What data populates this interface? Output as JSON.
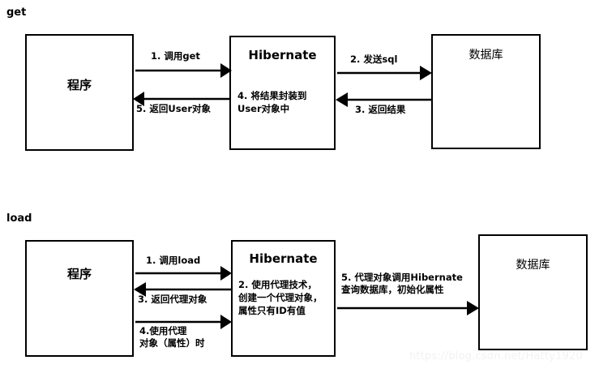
{
  "diagram": {
    "background": "#ffffff",
    "stroke": "#000000",
    "sections": [
      {
        "id": "get",
        "label": "get",
        "boxes": [
          {
            "id": "program",
            "title": "程序",
            "body": ""
          },
          {
            "id": "hibernate",
            "title": "Hibernate",
            "body": "4. 将结果封装到\nUser对象中"
          },
          {
            "id": "database",
            "title": "数据库",
            "body": ""
          }
        ],
        "arrows": [
          {
            "id": "call-get",
            "label": "1. 调用get",
            "direction": "right"
          },
          {
            "id": "return-user",
            "label": "5. 返回User对象",
            "direction": "left"
          },
          {
            "id": "send-sql",
            "label": "2. 发送sql",
            "direction": "right"
          },
          {
            "id": "return-result",
            "label": "3. 返回结果",
            "direction": "left"
          }
        ]
      },
      {
        "id": "load",
        "label": "load",
        "boxes": [
          {
            "id": "program",
            "title": "程序",
            "body": ""
          },
          {
            "id": "hibernate",
            "title": "Hibernate",
            "body": "2. 使用代理技术，\n创建一个代理对象，\n属性只有ID有值"
          },
          {
            "id": "database",
            "title": "数据库",
            "body": ""
          }
        ],
        "arrows": [
          {
            "id": "call-load",
            "label": "1. 调用load",
            "direction": "right"
          },
          {
            "id": "return-proxy",
            "label": "3. 返回代理对象",
            "direction": "left"
          },
          {
            "id": "use-proxy",
            "label": "4.使用代理\n对象（属性）时",
            "direction": "right"
          },
          {
            "id": "proxy-query",
            "label": "5. 代理对象调用Hibernate\n查询数据库，初始化属性",
            "direction": "right"
          }
        ]
      }
    ],
    "watermark": "https://blog.csdn.net/Hatty1920"
  }
}
